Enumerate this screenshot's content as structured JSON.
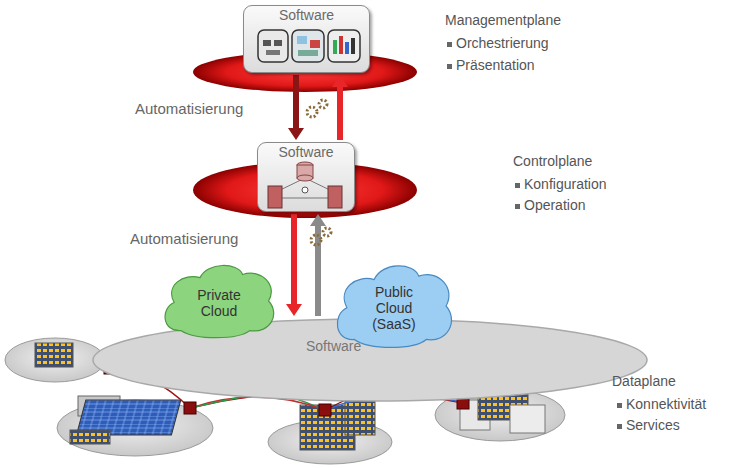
{
  "diagram": {
    "nodes": [
      {
        "text": [
          "Software"
        ]
      },
      {
        "text": [
          "Software"
        ]
      },
      {
        "text": [
          "Software"
        ]
      },
      {
        "text": [
          "Private Cloud"
        ]
      },
      {
        "text": [
          "Public Cloud (SaaS)"
        ]
      }
    ],
    "edges": [
      {
        "from": 0,
        "to": 1,
        "arrow": "to"
      },
      {
        "from": 1,
        "to": 0,
        "arrow": "to"
      },
      {
        "from": 1,
        "to": 2,
        "arrow": "to"
      },
      {
        "from": 2,
        "to": 1,
        "arrow": "to"
      }
    ],
    "labels": [
      "Managementplane",
      "Orchestrierung",
      "Präsentation",
      "Automatisierung",
      "Controlplane",
      "Konfiguration",
      "Operation",
      "Automatisierung",
      "Dataplane",
      "Konnektivität",
      "Services"
    ]
  }
}
